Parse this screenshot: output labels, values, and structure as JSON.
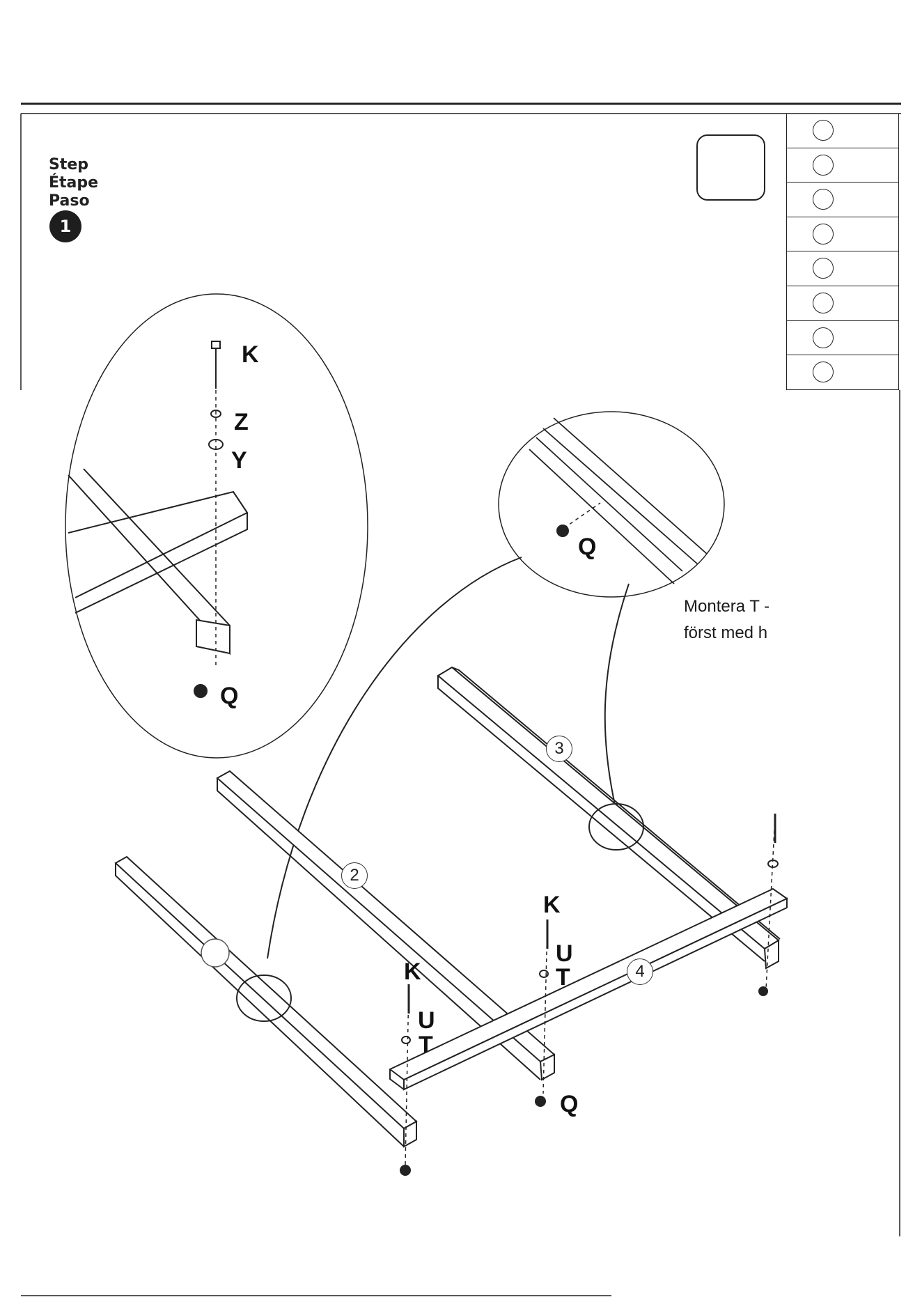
{
  "step": {
    "words": [
      "Step",
      "Étape",
      "Paso"
    ],
    "number": "1"
  },
  "tool": {
    "icon": "hammer-icon"
  },
  "parts_list": {
    "row_count": 8,
    "icon": "part-circle-icon"
  },
  "note": {
    "lines": [
      "Montera T -",
      "först med h"
    ]
  },
  "hardware_labels": {
    "detail_left": [
      "K",
      "Z",
      "Y",
      "Q"
    ],
    "detail_right": [
      "Q"
    ],
    "main_mid": [
      "K",
      "U",
      "T"
    ],
    "main_center": [
      "K",
      "U",
      "T"
    ],
    "main_bottom": [
      "Q"
    ]
  },
  "part_numbers": [
    "2",
    "3",
    "4"
  ],
  "colors": {
    "line": "#222222",
    "paper": "#ffffff"
  }
}
